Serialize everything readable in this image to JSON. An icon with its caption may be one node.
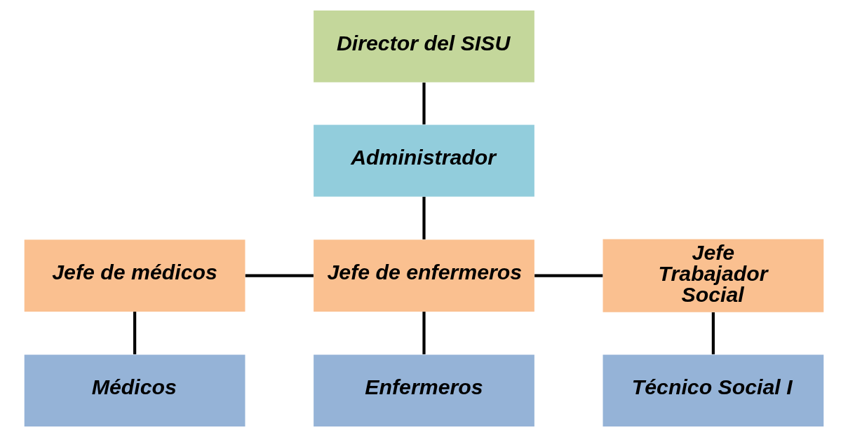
{
  "diagram": {
    "nodes": [
      {
        "text": [
          "Director del SISU"
        ]
      },
      {
        "text": [
          "Administrador"
        ]
      },
      {
        "text": [
          "Jefe de médicos"
        ]
      },
      {
        "text": [
          "Jefe de enfermeros"
        ]
      },
      {
        "text": [
          "Jefe Trabajador Social"
        ]
      },
      {
        "text": [
          "Médicos"
        ]
      },
      {
        "text": [
          "Enfermeros"
        ]
      },
      {
        "text": [
          "Técnico Social I"
        ]
      }
    ],
    "edges": [
      {
        "from": 0,
        "to": 1,
        "arrow": "none"
      },
      {
        "from": 1,
        "to": 3,
        "arrow": "none"
      },
      {
        "from": 2,
        "to": 3,
        "arrow": "none"
      },
      {
        "from": 3,
        "to": 4,
        "arrow": "none"
      },
      {
        "from": 2,
        "to": 5,
        "arrow": "none"
      },
      {
        "from": 3,
        "to": 6,
        "arrow": "none"
      },
      {
        "from": 4,
        "to": 7,
        "arrow": "none"
      }
    ]
  }
}
